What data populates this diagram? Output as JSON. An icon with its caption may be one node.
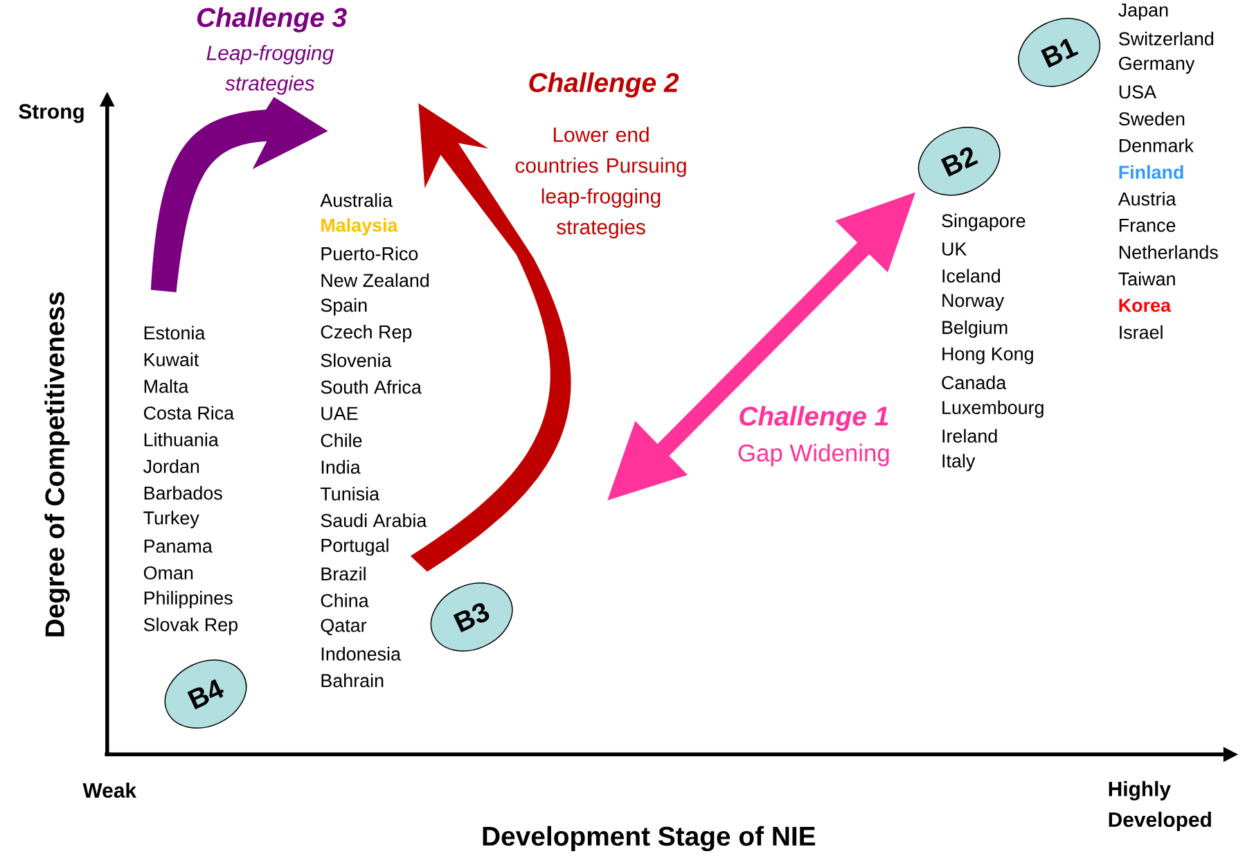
{
  "diagram": {
    "nodes": [
      {
        "text": [
          "B1"
        ],
        "beside": [
          "Japan",
          "Switzerland",
          "Germany",
          "USA",
          "Sweden",
          "Denmark",
          "Finland",
          "Austria",
          "France",
          "Netherlands",
          "Taiwan",
          "Korea",
          "Israel"
        ]
      },
      {
        "text": [
          "B2"
        ],
        "beside": [
          "Singapore",
          "UK",
          "Iceland",
          "Norway",
          "Belgium",
          "Hong Kong",
          "Canada",
          "Luxembourg",
          "Ireland",
          "Italy"
        ]
      },
      {
        "text": [
          "B3"
        ],
        "beside": [
          "Australia",
          "Malaysia",
          "Puerto-Rico",
          "New Zealand",
          "Spain",
          "Czech Rep",
          "Slovenia",
          "South Africa",
          "UAE",
          "Chile",
          "India",
          "Tunisia",
          "Saudi Arabia",
          "Portugal",
          "Brazil",
          "China",
          "Qatar",
          "Indonesia",
          "Bahrain"
        ]
      },
      {
        "text": [
          "B4"
        ],
        "beside": [
          "Estonia",
          "Kuwait",
          "Malta",
          "Costa Rica",
          "Lithuania",
          "Jordan",
          "Barbados",
          "Turkey",
          "Panama",
          "Oman",
          "Philippines",
          "Slovak Rep"
        ]
      }
    ],
    "labels": [
      "Challenge 3",
      "Leap-frogging strategies",
      "Challenge 2",
      "Lower end countries Pursuing leap-frogging strategies",
      "Strong",
      "Challenge 1",
      "Gap Widening",
      "Degree of Competitiveness",
      "Weak",
      "Highly Developed",
      "Development Stage of NIE"
    ]
  }
}
